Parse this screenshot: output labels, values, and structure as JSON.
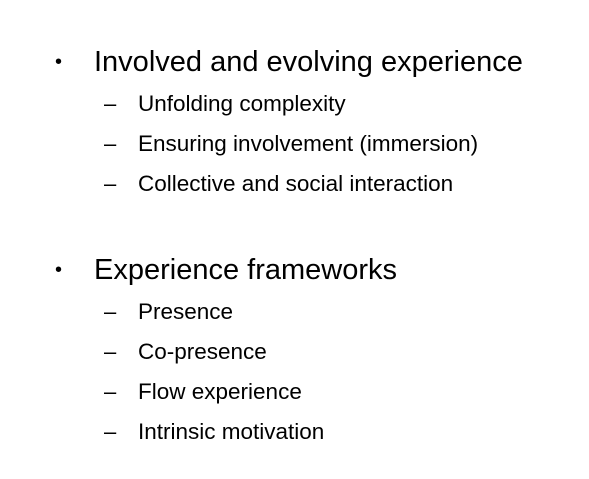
{
  "sections": [
    {
      "bullet_symbol": "•",
      "heading": "Involved and evolving experience",
      "sub_symbol": "–",
      "items": [
        "Unfolding complexity",
        "Ensuring involvement (immersion)",
        "Collective and social interaction"
      ]
    },
    {
      "bullet_symbol": "•",
      "heading": "Experience frameworks",
      "sub_symbol": "–",
      "items": [
        "Presence",
        "Co-presence",
        "Flow experience",
        "Intrinsic motivation"
      ]
    }
  ]
}
